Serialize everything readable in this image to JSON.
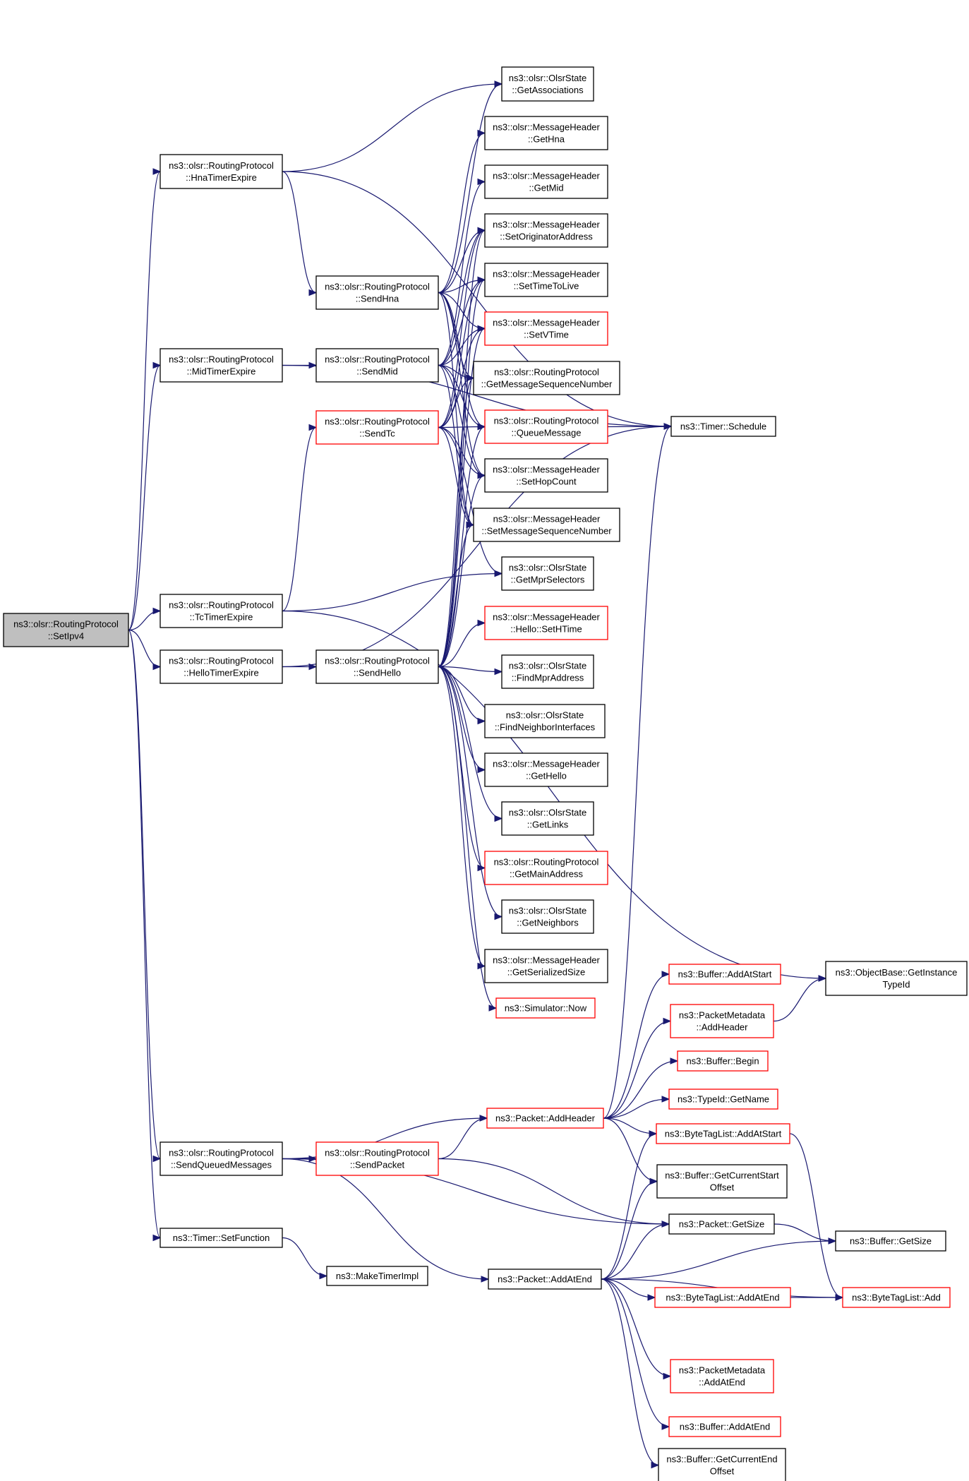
{
  "nodes": [
    {
      "id": "setipv4",
      "lines": [
        "ns3::olsr::RoutingProtocol",
        "::SetIpv4"
      ],
      "style": "root"
    },
    {
      "id": "hnatimer",
      "lines": [
        "ns3::olsr::RoutingProtocol",
        "::HnaTimerExpire"
      ],
      "style": "black"
    },
    {
      "id": "midtimer",
      "lines": [
        "ns3::olsr::RoutingProtocol",
        "::MidTimerExpire"
      ],
      "style": "black"
    },
    {
      "id": "tctimer",
      "lines": [
        "ns3::olsr::RoutingProtocol",
        "::TcTimerExpire"
      ],
      "style": "black"
    },
    {
      "id": "hellotimer",
      "lines": [
        "ns3::olsr::RoutingProtocol",
        "::HelloTimerExpire"
      ],
      "style": "black"
    },
    {
      "id": "sendqueued",
      "lines": [
        "ns3::olsr::RoutingProtocol",
        "::SendQueuedMessages"
      ],
      "style": "black"
    },
    {
      "id": "setfunction",
      "lines": [
        "ns3::Timer::SetFunction"
      ],
      "style": "black"
    },
    {
      "id": "sendhna",
      "lines": [
        "ns3::olsr::RoutingProtocol",
        "::SendHna"
      ],
      "style": "black"
    },
    {
      "id": "sendmid",
      "lines": [
        "ns3::olsr::RoutingProtocol",
        "::SendMid"
      ],
      "style": "black"
    },
    {
      "id": "sendtc",
      "lines": [
        "ns3::olsr::RoutingProtocol",
        "::SendTc"
      ],
      "style": "red"
    },
    {
      "id": "sendhello",
      "lines": [
        "ns3::olsr::RoutingProtocol",
        "::SendHello"
      ],
      "style": "black"
    },
    {
      "id": "sendpacket",
      "lines": [
        "ns3::olsr::RoutingProtocol",
        "::SendPacket"
      ],
      "style": "red"
    },
    {
      "id": "maketimerimpl",
      "lines": [
        "ns3::MakeTimerImpl"
      ],
      "style": "black"
    },
    {
      "id": "getassociations",
      "lines": [
        "ns3::olsr::OlsrState",
        "::GetAssociations"
      ],
      "style": "black"
    },
    {
      "id": "gethna",
      "lines": [
        "ns3::olsr::MessageHeader",
        "::GetHna"
      ],
      "style": "black"
    },
    {
      "id": "getmid",
      "lines": [
        "ns3::olsr::MessageHeader",
        "::GetMid"
      ],
      "style": "black"
    },
    {
      "id": "setorig",
      "lines": [
        "ns3::olsr::MessageHeader",
        "::SetOriginatorAddress"
      ],
      "style": "black"
    },
    {
      "id": "setttl",
      "lines": [
        "ns3::olsr::MessageHeader",
        "::SetTimeToLive"
      ],
      "style": "black"
    },
    {
      "id": "setvtime",
      "lines": [
        "ns3::olsr::MessageHeader",
        "::SetVTime"
      ],
      "style": "red"
    },
    {
      "id": "getmsgseq",
      "lines": [
        "ns3::olsr::RoutingProtocol",
        "::GetMessageSequenceNumber"
      ],
      "style": "black"
    },
    {
      "id": "queuemsg",
      "lines": [
        "ns3::olsr::RoutingProtocol",
        "::QueueMessage"
      ],
      "style": "red"
    },
    {
      "id": "sethop",
      "lines": [
        "ns3::olsr::MessageHeader",
        "::SetHopCount"
      ],
      "style": "black"
    },
    {
      "id": "setmsgseq",
      "lines": [
        "ns3::olsr::MessageHeader",
        "::SetMessageSequenceNumber"
      ],
      "style": "black"
    },
    {
      "id": "getmprsel",
      "lines": [
        "ns3::olsr::OlsrState",
        "::GetMprSelectors"
      ],
      "style": "black"
    },
    {
      "id": "sethtime",
      "lines": [
        "ns3::olsr::MessageHeader",
        "::Hello::SetHTime"
      ],
      "style": "red"
    },
    {
      "id": "findmpr",
      "lines": [
        "ns3::olsr::OlsrState",
        "::FindMprAddress"
      ],
      "style": "black"
    },
    {
      "id": "findneigh",
      "lines": [
        "ns3::olsr::OlsrState",
        "::FindNeighborInterfaces"
      ],
      "style": "black"
    },
    {
      "id": "gethello",
      "lines": [
        "ns3::olsr::MessageHeader",
        "::GetHello"
      ],
      "style": "black"
    },
    {
      "id": "getlinks",
      "lines": [
        "ns3::olsr::OlsrState",
        "::GetLinks"
      ],
      "style": "black"
    },
    {
      "id": "getmainaddr",
      "lines": [
        "ns3::olsr::RoutingProtocol",
        "::GetMainAddress"
      ],
      "style": "red"
    },
    {
      "id": "getneighbors",
      "lines": [
        "ns3::olsr::OlsrState",
        "::GetNeighbors"
      ],
      "style": "black"
    },
    {
      "id": "getsersize",
      "lines": [
        "ns3::olsr::MessageHeader",
        "::GetSerializedSize"
      ],
      "style": "black"
    },
    {
      "id": "simnow",
      "lines": [
        "ns3::Simulator::Now"
      ],
      "style": "red"
    },
    {
      "id": "schedule",
      "lines": [
        "ns3::Timer::Schedule"
      ],
      "style": "black"
    },
    {
      "id": "getinstancetypeid",
      "lines": [
        "ns3::ObjectBase::GetInstance",
        "TypeId"
      ],
      "style": "black"
    },
    {
      "id": "bufaddatstart",
      "lines": [
        "ns3::Buffer::AddAtStart"
      ],
      "style": "red"
    },
    {
      "id": "pmaddheader",
      "lines": [
        "ns3::PacketMetadata",
        "::AddHeader"
      ],
      "style": "red"
    },
    {
      "id": "bufbegin",
      "lines": [
        "ns3::Buffer::Begin"
      ],
      "style": "red"
    },
    {
      "id": "typeidgetname",
      "lines": [
        "ns3::TypeId::GetName"
      ],
      "style": "red"
    },
    {
      "id": "pktaddheader",
      "lines": [
        "ns3::Packet::AddHeader"
      ],
      "style": "red"
    },
    {
      "id": "btladdatstart",
      "lines": [
        "ns3::ByteTagList::AddAtStart"
      ],
      "style": "red"
    },
    {
      "id": "bufgetcurstart",
      "lines": [
        "ns3::Buffer::GetCurrentStart",
        "Offset"
      ],
      "style": "black"
    },
    {
      "id": "pktgetsize",
      "lines": [
        "ns3::Packet::GetSize"
      ],
      "style": "black"
    },
    {
      "id": "bufgetsize",
      "lines": [
        "ns3::Buffer::GetSize"
      ],
      "style": "black"
    },
    {
      "id": "pktaddatend",
      "lines": [
        "ns3::Packet::AddAtEnd"
      ],
      "style": "black"
    },
    {
      "id": "btladdatend",
      "lines": [
        "ns3::ByteTagList::AddAtEnd"
      ],
      "style": "red"
    },
    {
      "id": "btladd",
      "lines": [
        "ns3::ByteTagList::Add"
      ],
      "style": "red"
    },
    {
      "id": "pmaddatend",
      "lines": [
        "ns3::PacketMetadata",
        "::AddAtEnd"
      ],
      "style": "red"
    },
    {
      "id": "bufaddatend",
      "lines": [
        "ns3::Buffer::AddAtEnd"
      ],
      "style": "red"
    },
    {
      "id": "bufgetcurend",
      "lines": [
        "ns3::Buffer::GetCurrentEnd",
        "Offset"
      ],
      "style": "black"
    }
  ],
  "edges": [
    [
      "setipv4",
      "hnatimer"
    ],
    [
      "setipv4",
      "midtimer"
    ],
    [
      "setipv4",
      "tctimer"
    ],
    [
      "setipv4",
      "hellotimer"
    ],
    [
      "setipv4",
      "sendqueued"
    ],
    [
      "setipv4",
      "setfunction"
    ],
    [
      "hnatimer",
      "getassociations"
    ],
    [
      "hnatimer",
      "sendhna"
    ],
    [
      "hnatimer",
      "schedule"
    ],
    [
      "midtimer",
      "sendmid"
    ],
    [
      "midtimer",
      "schedule"
    ],
    [
      "tctimer",
      "sendtc"
    ],
    [
      "tctimer",
      "getmprsel"
    ],
    [
      "tctimer",
      "getinstancetypeid"
    ],
    [
      "hellotimer",
      "sendhello"
    ],
    [
      "hellotimer",
      "schedule"
    ],
    [
      "sendhna",
      "getassociations"
    ],
    [
      "sendhna",
      "setorig"
    ],
    [
      "sendhna",
      "setttl"
    ],
    [
      "sendhna",
      "setvtime"
    ],
    [
      "sendhna",
      "getmsgseq"
    ],
    [
      "sendhna",
      "queuemsg"
    ],
    [
      "sendhna",
      "sethop"
    ],
    [
      "sendhna",
      "setmsgseq"
    ],
    [
      "sendhna",
      "gethna"
    ],
    [
      "sendmid",
      "getmid"
    ],
    [
      "sendmid",
      "setorig"
    ],
    [
      "sendmid",
      "setttl"
    ],
    [
      "sendmid",
      "setvtime"
    ],
    [
      "sendmid",
      "getmsgseq"
    ],
    [
      "sendmid",
      "queuemsg"
    ],
    [
      "sendmid",
      "sethop"
    ],
    [
      "sendmid",
      "setmsgseq"
    ],
    [
      "sendtc",
      "setorig"
    ],
    [
      "sendtc",
      "setttl"
    ],
    [
      "sendtc",
      "setvtime"
    ],
    [
      "sendtc",
      "getmsgseq"
    ],
    [
      "sendtc",
      "queuemsg"
    ],
    [
      "sendtc",
      "sethop"
    ],
    [
      "sendtc",
      "setmsgseq"
    ],
    [
      "sendtc",
      "getmprsel"
    ],
    [
      "sendhello",
      "setorig"
    ],
    [
      "sendhello",
      "setttl"
    ],
    [
      "sendhello",
      "setvtime"
    ],
    [
      "sendhello",
      "getmsgseq"
    ],
    [
      "sendhello",
      "queuemsg"
    ],
    [
      "sendhello",
      "sethop"
    ],
    [
      "sendhello",
      "setmsgseq"
    ],
    [
      "sendhello",
      "sethtime"
    ],
    [
      "sendhello",
      "findmpr"
    ],
    [
      "sendhello",
      "findneigh"
    ],
    [
      "sendhello",
      "gethello"
    ],
    [
      "sendhello",
      "getlinks"
    ],
    [
      "sendhello",
      "getmainaddr"
    ],
    [
      "sendhello",
      "getneighbors"
    ],
    [
      "sendhello",
      "getsersize"
    ],
    [
      "sendhello",
      "simnow"
    ],
    [
      "queuemsg",
      "schedule"
    ],
    [
      "sendqueued",
      "pktaddheader"
    ],
    [
      "sendqueued",
      "sendpacket"
    ],
    [
      "sendqueued",
      "pktgetsize"
    ],
    [
      "sendqueued",
      "pktaddatend"
    ],
    [
      "setfunction",
      "maketimerimpl"
    ],
    [
      "sendpacket",
      "pktaddheader"
    ],
    [
      "sendpacket",
      "pktgetsize"
    ],
    [
      "pktaddheader",
      "bufaddatstart"
    ],
    [
      "pktaddheader",
      "pmaddheader"
    ],
    [
      "pktaddheader",
      "bufbegin"
    ],
    [
      "pktaddheader",
      "typeidgetname"
    ],
    [
      "pktaddheader",
      "btladdatstart"
    ],
    [
      "pktaddheader",
      "bufgetcurstart"
    ],
    [
      "pktaddheader",
      "schedule"
    ],
    [
      "pmaddheader",
      "getinstancetypeid"
    ],
    [
      "btladdatstart",
      "btladd"
    ],
    [
      "pktgetsize",
      "bufgetsize"
    ],
    [
      "pktaddatend",
      "btladdatstart"
    ],
    [
      "pktaddatend",
      "bufgetcurstart"
    ],
    [
      "pktaddatend",
      "pktgetsize"
    ],
    [
      "pktaddatend",
      "bufgetsize"
    ],
    [
      "pktaddatend",
      "btladdatend"
    ],
    [
      "pktaddatend",
      "btladd"
    ],
    [
      "pktaddatend",
      "pmaddatend"
    ],
    [
      "pktaddatend",
      "bufaddatend"
    ],
    [
      "pktaddatend",
      "bufgetcurend"
    ],
    [
      "btladdatend",
      "btladd"
    ]
  ]
}
